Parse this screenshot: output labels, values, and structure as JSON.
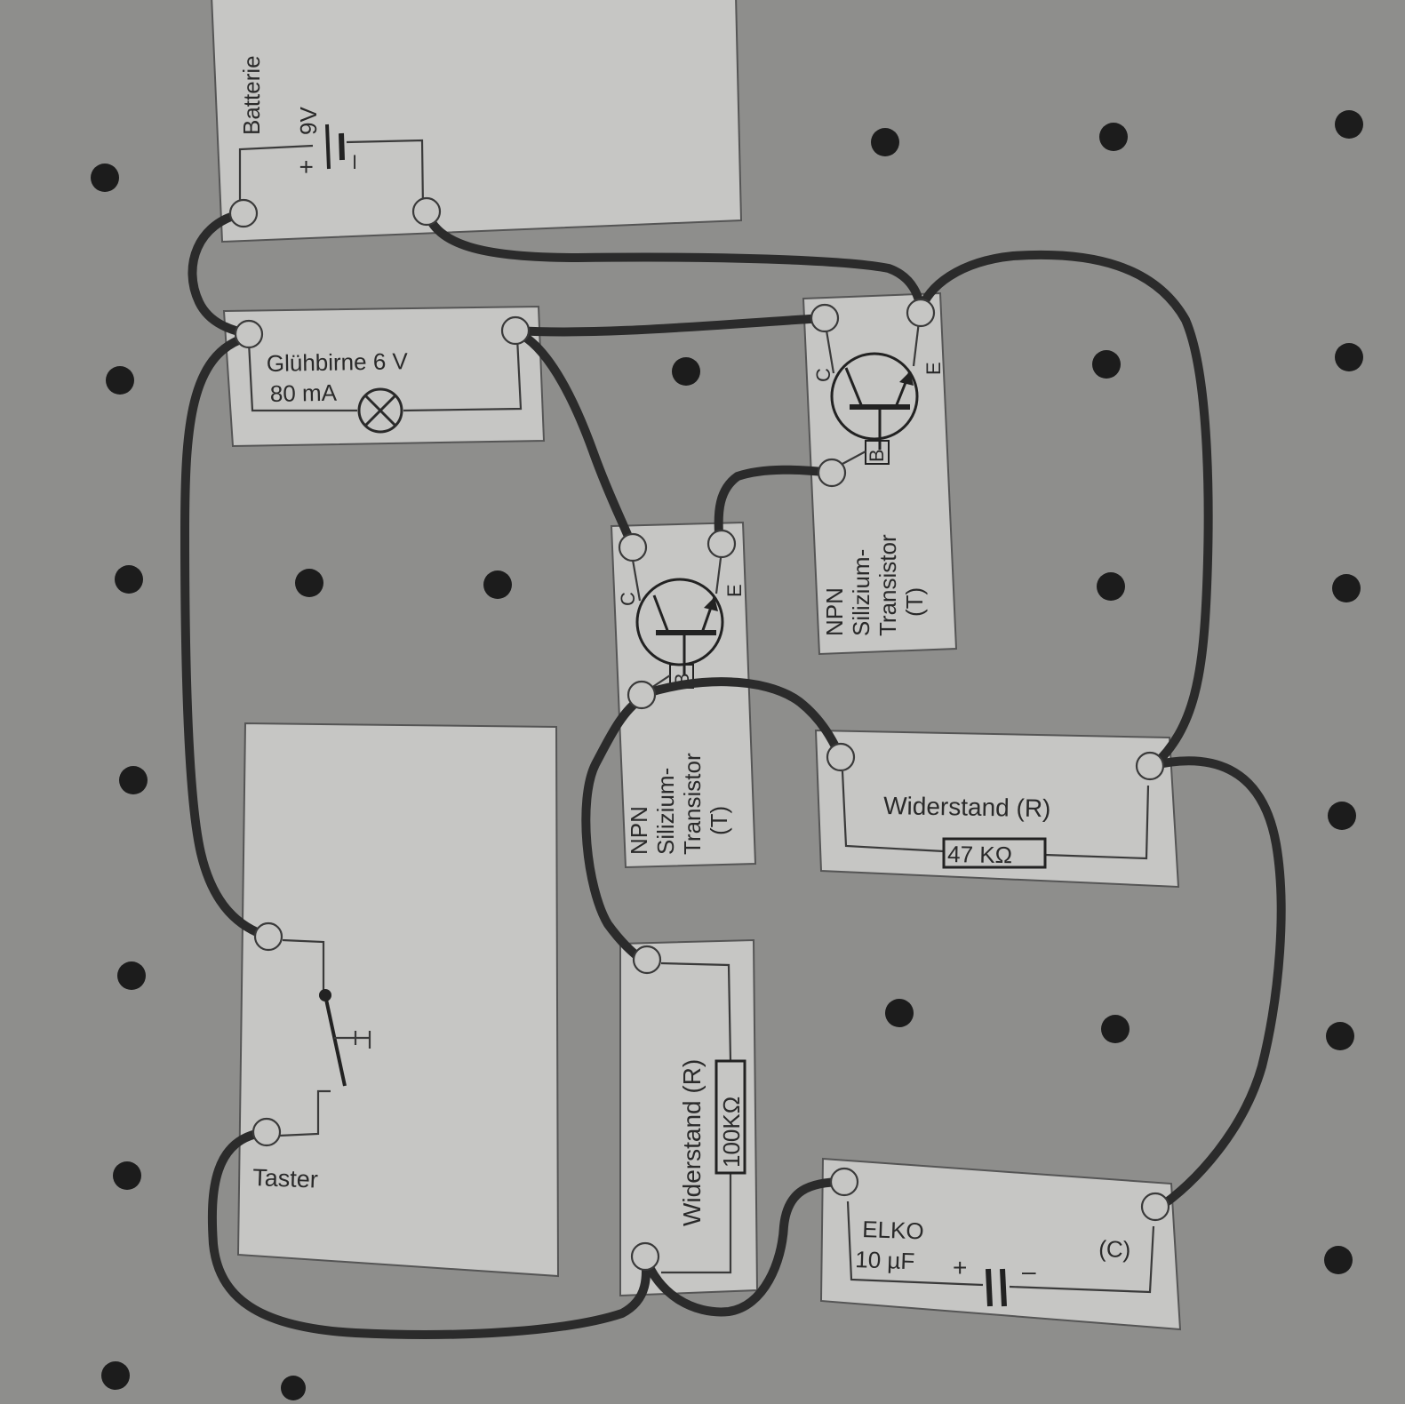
{
  "components": {
    "battery": {
      "name": "Batterie",
      "voltage": "9V",
      "plus": "+",
      "minus": "–"
    },
    "bulb": {
      "line1": "Glühbirne 6 V",
      "line2": "80 mA"
    },
    "transistor_1": {
      "C": "C",
      "E": "E",
      "B": "B",
      "lines": [
        "NPN",
        "Silizium-",
        "Transistor",
        "(T)"
      ]
    },
    "transistor_2": {
      "C": "C",
      "E": "E",
      "B": "B",
      "lines": [
        "NPN",
        "Silizium-",
        "Transistor",
        "(T)"
      ]
    },
    "resistor_47k": {
      "name": "Widerstand (R)",
      "value": "47 KΩ"
    },
    "resistor_100k": {
      "name": "Widerstand (R)",
      "value": "100KΩ"
    },
    "taster": {
      "name": "Taster"
    },
    "elko": {
      "name": "ELKO",
      "value": "10 µF",
      "designator": "(C)",
      "plus": "+",
      "minus": "–"
    }
  }
}
